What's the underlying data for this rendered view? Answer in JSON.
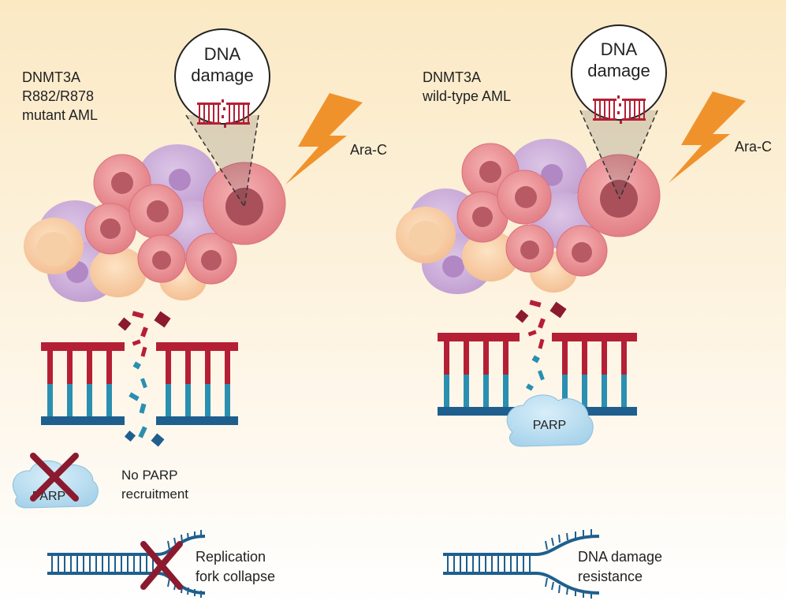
{
  "left_panel": {
    "title_lines": [
      "DNMT3A",
      "R882/R878",
      "mutant AML"
    ],
    "zoom_lines": [
      "DNA",
      "damage"
    ],
    "drug": "Ara-C",
    "parp_label": "PARP",
    "parp_status_lines": [
      "No PARP",
      "recruitment"
    ],
    "outcome_lines": [
      "Replication",
      "fork collapse"
    ]
  },
  "right_panel": {
    "title_lines": [
      "DNMT3A",
      "wild-type AML"
    ],
    "zoom_lines": [
      "DNA",
      "damage"
    ],
    "drug": "Ara-C",
    "parp_label": "PARP",
    "outcome_lines": [
      "DNA damage",
      "resistance"
    ]
  },
  "colors": {
    "background_top": "#fbeed0",
    "background_bottom": "#ffffff",
    "dna_red": "#b51f35",
    "dna_dark_red": "#8b1a2e",
    "dna_teal": "#2a8fb0",
    "dna_navy": "#1e5f8e",
    "parp_blue": "#b9dcef",
    "lightning_orange": "#f0922b",
    "cross_red": "#8b1a2e",
    "tumor_pink": "#e98a8e",
    "cell_purple": "#c9a9d6",
    "cell_peach": "#f6c9a0"
  }
}
